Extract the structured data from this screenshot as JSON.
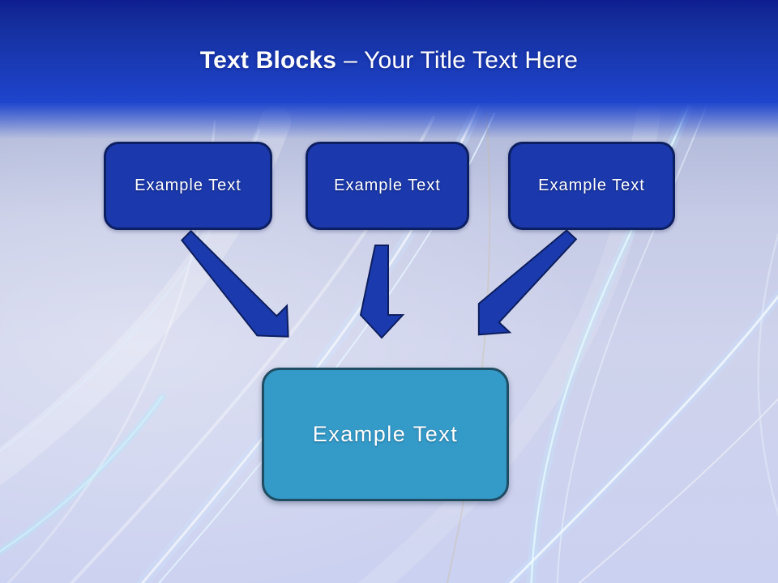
{
  "header": {
    "title_bold": "Text Blocks",
    "title_rest": "– Your Title Text Here"
  },
  "diagram": {
    "top_boxes": [
      {
        "label": "Example Text"
      },
      {
        "label": "Example Text"
      },
      {
        "label": "Example Text"
      }
    ],
    "center_box": {
      "label": "Example Text"
    },
    "arrows": [
      {
        "name": "arrow-down-right"
      },
      {
        "name": "arrow-down"
      },
      {
        "name": "arrow-down-left"
      }
    ]
  },
  "colors": {
    "header_gradient_top": "#0e1d90",
    "header_gradient_bottom": "#1e45cd",
    "title_text": "#ffffff",
    "block_fill": "#1b39ac",
    "block_border": "#0c1f62",
    "arrow_fill": "#1b3aad",
    "arrow_border": "#0c1e5e",
    "center_block_fill": "#349ac8",
    "center_block_border": "#1f4d63",
    "background_lavender": "#cbd1f0"
  }
}
